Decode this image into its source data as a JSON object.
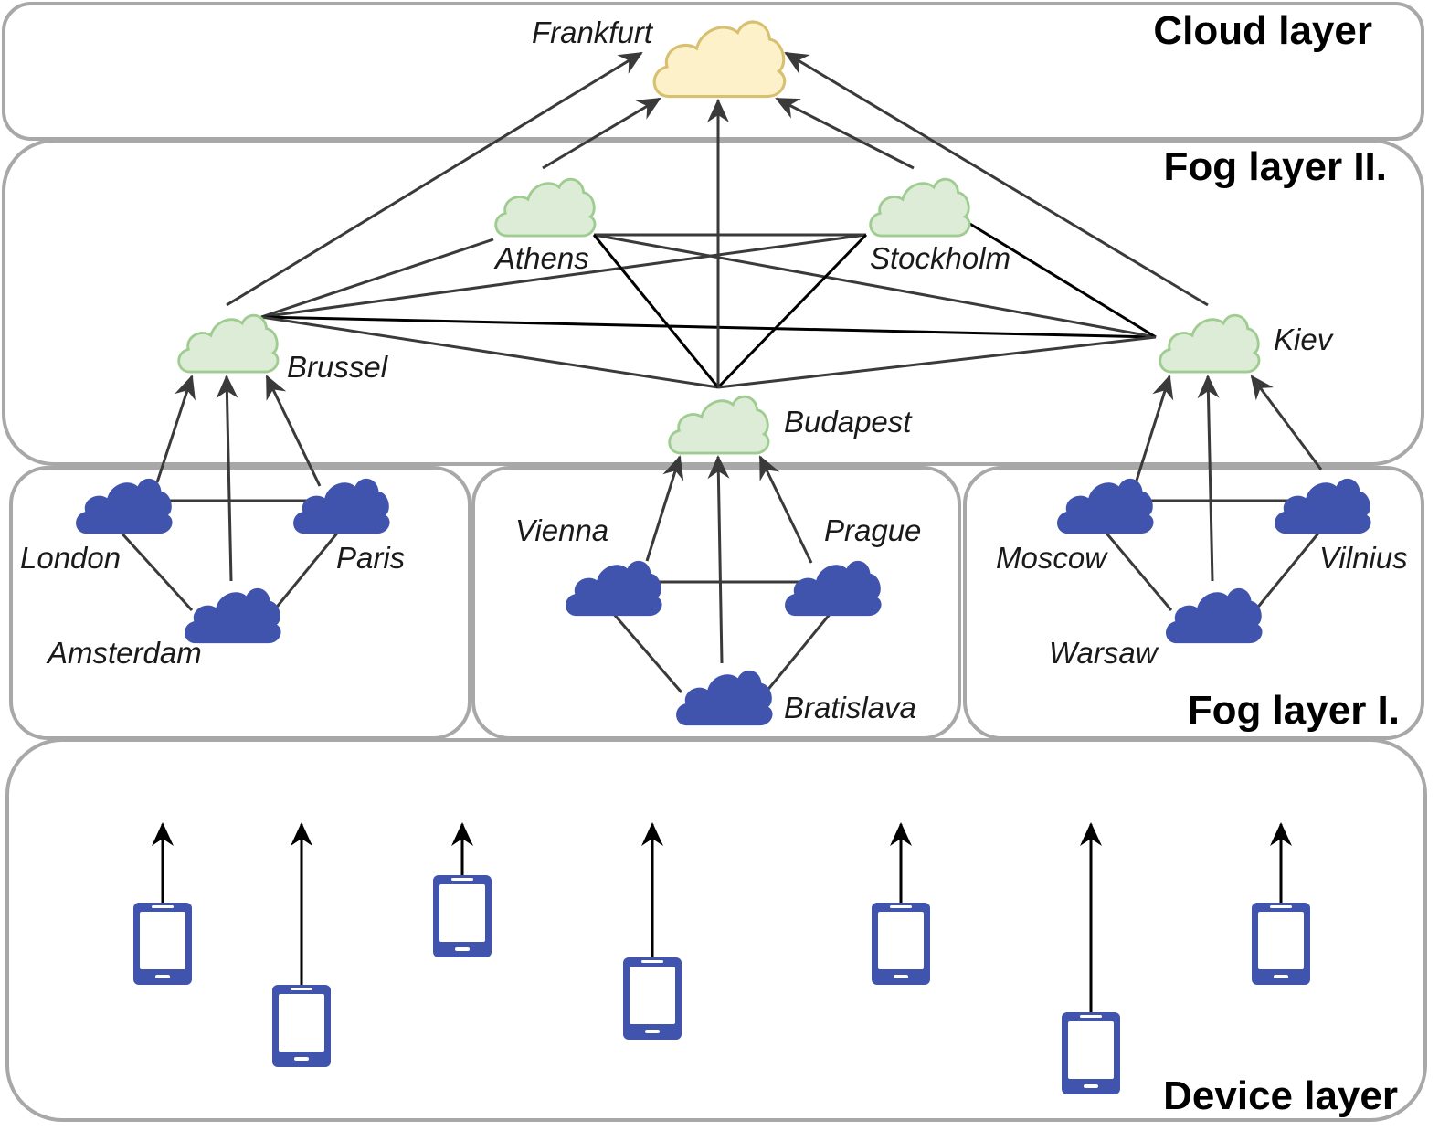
{
  "layers": {
    "cloud": "Cloud layer",
    "fog2": "Fog layer II.",
    "fog1": "Fog layer I.",
    "device": "Device layer"
  },
  "nodes": {
    "frankfurt": "Frankfurt",
    "athens": "Athens",
    "stockholm": "Stockholm",
    "brussel": "Brussel",
    "kiev": "Kiev",
    "budapest": "Budapest",
    "london": "London",
    "paris": "Paris",
    "amsterdam": "Amsterdam",
    "vienna": "Vienna",
    "prague": "Prague",
    "bratislava": "Bratislava",
    "moscow": "Moscow",
    "vilnius": "Vilnius",
    "warsaw": "Warsaw"
  },
  "colors": {
    "cloud_layer_fill": "#fdf1c9",
    "cloud_layer_stroke": "#d8c070",
    "fog2_fill": "#dcecd7",
    "fog2_stroke": "#9fcc90",
    "fog1_fill": "#4054ad",
    "device_color": "#4054ad",
    "box_border": "#a8a8a8"
  },
  "icons": {
    "cloud_node": "cloud-icon",
    "device": "smartphone-icon",
    "edge_end": "arrowhead"
  }
}
